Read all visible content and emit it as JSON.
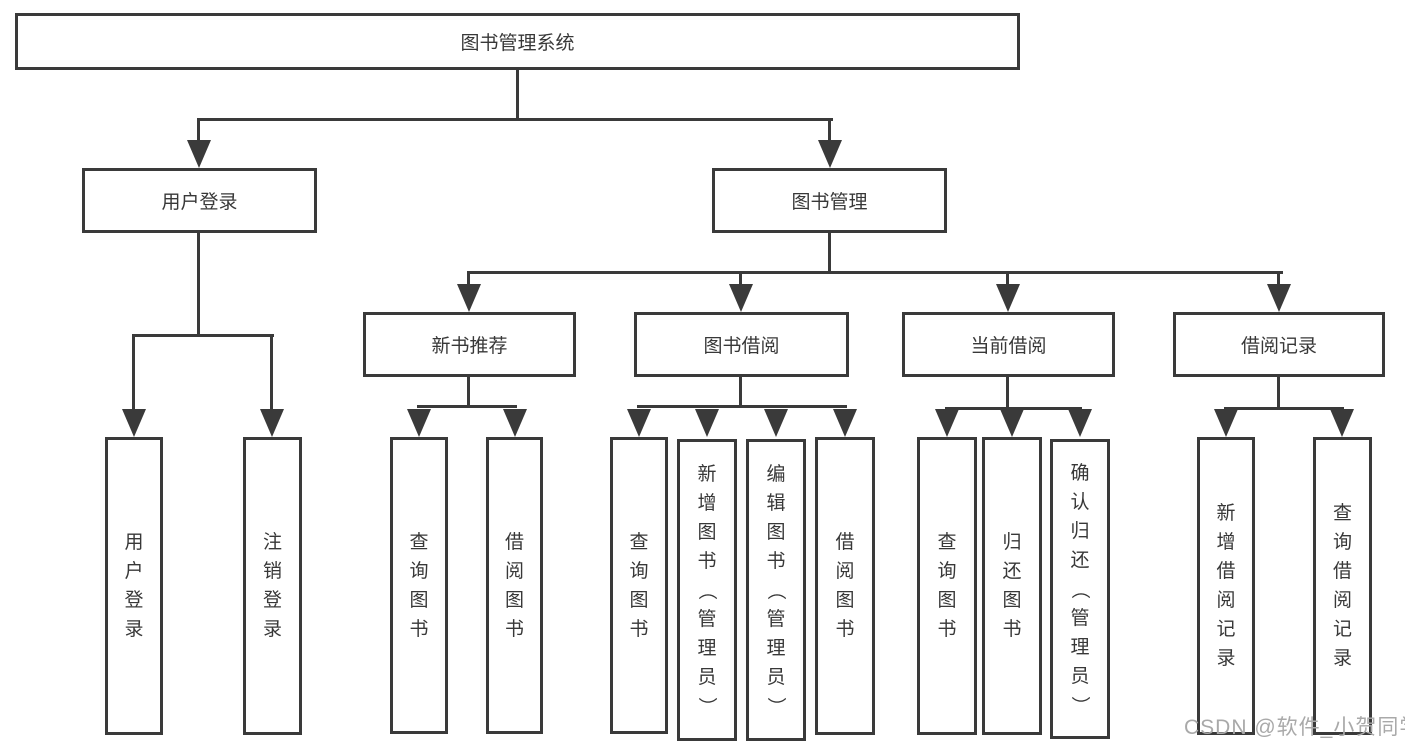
{
  "title": {
    "label": "图书管理系统"
  },
  "branches": {
    "user_login": {
      "label": "用户登录",
      "children": [
        "用户登录",
        "注销登录"
      ]
    },
    "book_mgmt": {
      "label": "图书管理"
    },
    "new_books": {
      "label": "新书推荐",
      "children": [
        "查询图书",
        "借阅图书"
      ]
    },
    "book_borrow": {
      "label": "图书借阅",
      "children": [
        "查询图书",
        "新增图书（管理员）",
        "编辑图书（管理员）",
        "借阅图书"
      ]
    },
    "current_borrow": {
      "label": "当前借阅",
      "children": [
        "查询图书",
        "归还图书",
        "确认归还（管理员）"
      ]
    },
    "borrow_records": {
      "label": "借阅记录",
      "children": [
        "新增借阅记录",
        "查询借阅记录"
      ]
    }
  },
  "watermark": "CSDN @软件_小贺同学",
  "colors": {
    "line": "#3a3a3a",
    "text": "#383838",
    "watermark": "#a9a9a9",
    "background": "#ffffff"
  }
}
